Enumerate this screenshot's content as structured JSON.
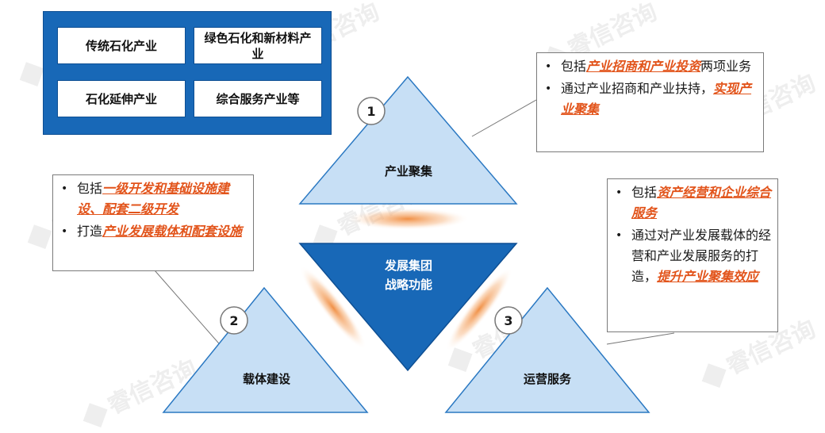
{
  "industries": [
    "传统石化产业",
    "绿色石化和新材料产业",
    "石化延伸产业",
    "综合服务产业等"
  ],
  "watermark": "睿信咨询",
  "center": {
    "line1": "发展集团",
    "line2": "战略功能"
  },
  "functions": [
    {
      "number": "1",
      "title": "产业聚集"
    },
    {
      "number": "2",
      "title": "载体建设"
    },
    {
      "number": "3",
      "title": "运营服务"
    }
  ],
  "callouts": {
    "top": [
      {
        "pre": "包括",
        "hl": "产业招商和产业投资",
        "post": "两项业务"
      },
      {
        "pre": "通过产业招商和产业扶持，",
        "hl": "实现产业聚集",
        "post": ""
      }
    ],
    "left": [
      {
        "pre": "包括",
        "hl": "一级开发和基础设施建设、配套二级开发",
        "post": ""
      },
      {
        "pre": "打造",
        "hl": "产业发展载体和配套设施",
        "post": ""
      }
    ],
    "right": [
      {
        "pre": "包括",
        "hl": "资产经营和企业综合服务",
        "post": ""
      },
      {
        "pre": "通过对产业发展载体的经营和产业发展服务的打造，",
        "hl": "提升产业聚集效应",
        "post": ""
      }
    ]
  },
  "colors": {
    "panel": "#1868b7",
    "triangle_light": "#c7dff5",
    "triangle_dark": "#1868b7",
    "highlight": "#e2541b",
    "glow": "#f08a3c"
  }
}
